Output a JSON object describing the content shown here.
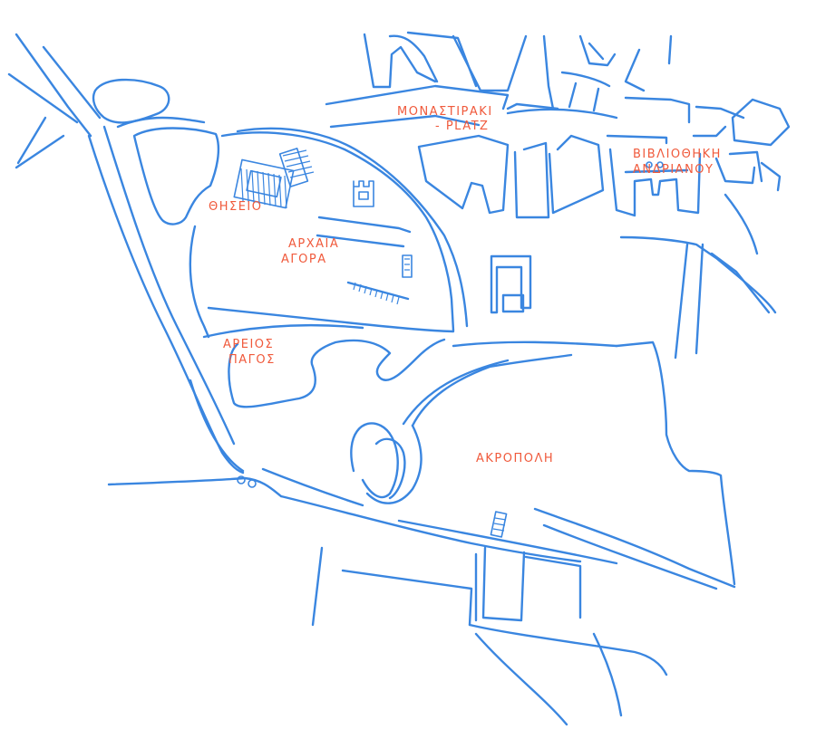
{
  "map": {
    "stroke_color": "#3a86e0",
    "label_color": "#f05a3c",
    "labels": {
      "monastiraki_1": "ΜΟΝΑΣΤΙΡΑΚΙ",
      "monastiraki_2": "- PLATZ",
      "library_1": "ΒΙΒΛΙΟΘΗΚΗ",
      "library_2": "ΑΝΔΡΙΑΝΟΥ",
      "theseio": "ΘΗΣΕΙΟ",
      "agora_1": "ΑΡΧΑΙΑ",
      "agora_2": "ΑΓΟΡΑ",
      "areios_1": "ΑΡΕΙΟΣ",
      "areios_2": "ΠΑΓΟΣ",
      "acropolis": "ΑΚΡΟΠΟΛΗ"
    }
  }
}
